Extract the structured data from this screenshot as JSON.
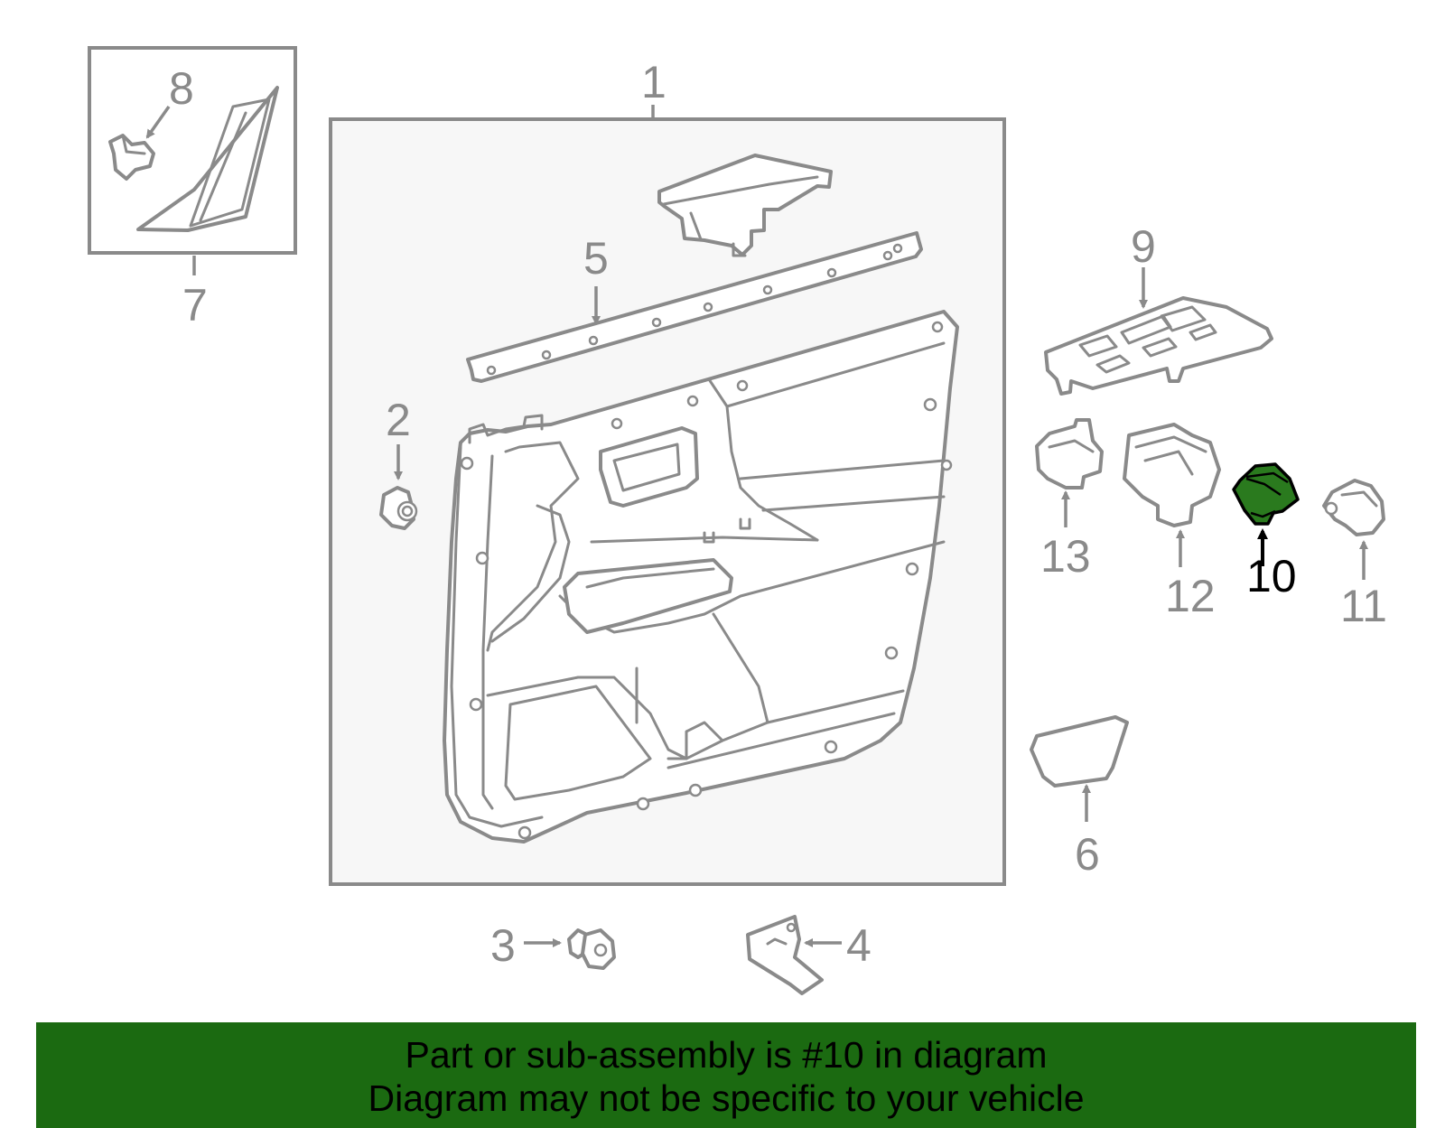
{
  "diagram": {
    "highlighted_part": "10",
    "highlight_color": "#2a7a1e",
    "callouts": [
      "1",
      "2",
      "3",
      "4",
      "5",
      "6",
      "7",
      "8",
      "9",
      "10",
      "11",
      "12",
      "13"
    ]
  },
  "banner": {
    "background_color": "#1b6a11",
    "line1": "Part or sub-assembly is #10 in diagram",
    "line2": "Diagram may not be specific to your vehicle"
  }
}
